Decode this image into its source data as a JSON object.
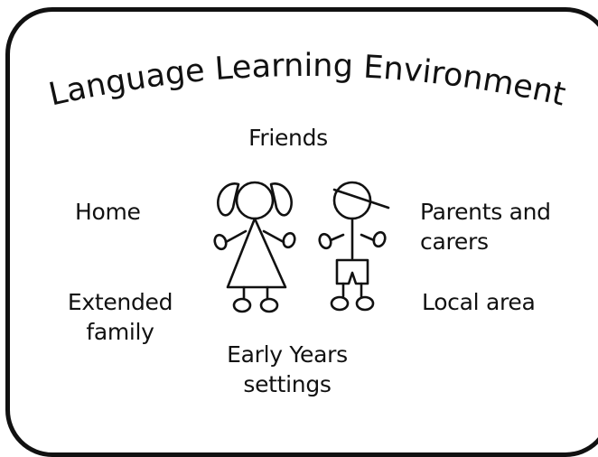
{
  "title": "Language Learning Environment",
  "labels": {
    "friends": "Friends",
    "home": "Home",
    "parents": "Parents and\ncarers",
    "extended": "Extended\nfamily",
    "local": "Local area",
    "early_years": "Early Years\nsettings"
  },
  "icons": {
    "girl": "girl-figure-icon",
    "boy": "boy-figure-icon"
  },
  "colors": {
    "ink": "#111111",
    "background": "#ffffff"
  }
}
